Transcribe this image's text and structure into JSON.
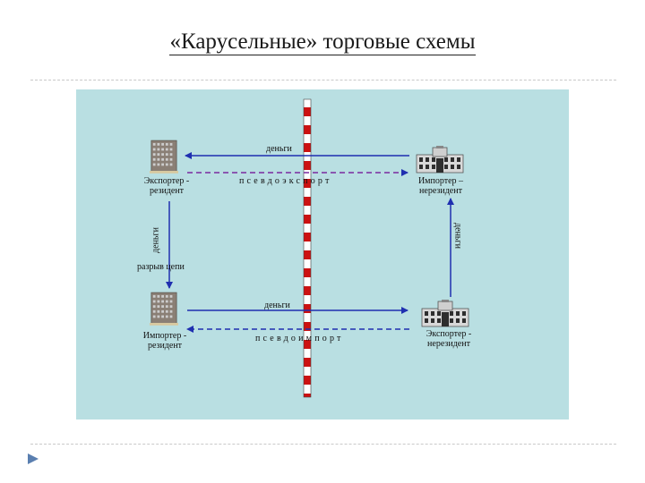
{
  "title": "«Карусельные» торговые схемы",
  "nodes": {
    "top_left": "Экспортер -\nрезидент",
    "top_right": "Импортер –\nнерезидент",
    "bottom_left": "Импортер -\nрезидент",
    "bottom_right": "Экспортер -\nнерезидент"
  },
  "edges": {
    "money_top": "деньги",
    "pseudo_export": "псевдоэкспорт",
    "money_left": "деньги",
    "chain_break": "разрыв цепи",
    "money_right": "деньги",
    "money_bottom": "деньги",
    "pseudo_import": "псевдоимпорт"
  },
  "colors": {
    "panel": "#b9dfe2",
    "arrow": "#1f2fb0",
    "border_red": "#cc1111",
    "building_icon": "office-building-icon"
  }
}
